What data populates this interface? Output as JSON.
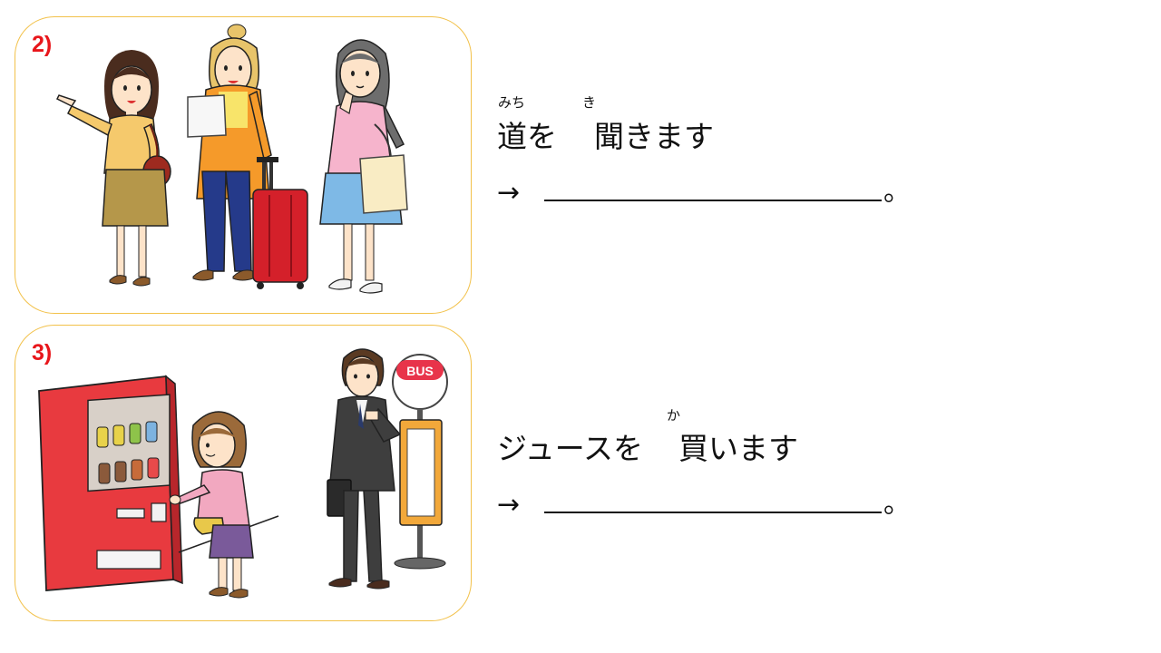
{
  "items": [
    {
      "number": "2)",
      "phrase_parts": [
        "道を",
        "聞きます"
      ],
      "ruby": [
        "みち",
        "き"
      ],
      "arrow": "→",
      "period": "。"
    },
    {
      "number": "3)",
      "phrase_parts": [
        "ジュースを",
        "買います"
      ],
      "ruby": [
        "か"
      ],
      "arrow": "→",
      "period": "。"
    }
  ],
  "signage": {
    "bus": "BUS"
  },
  "colors": {
    "panel_border": "#f2c14a",
    "number": "#e8161b",
    "vending_machine": "#e83a3f",
    "suitcase": "#d4202a"
  }
}
